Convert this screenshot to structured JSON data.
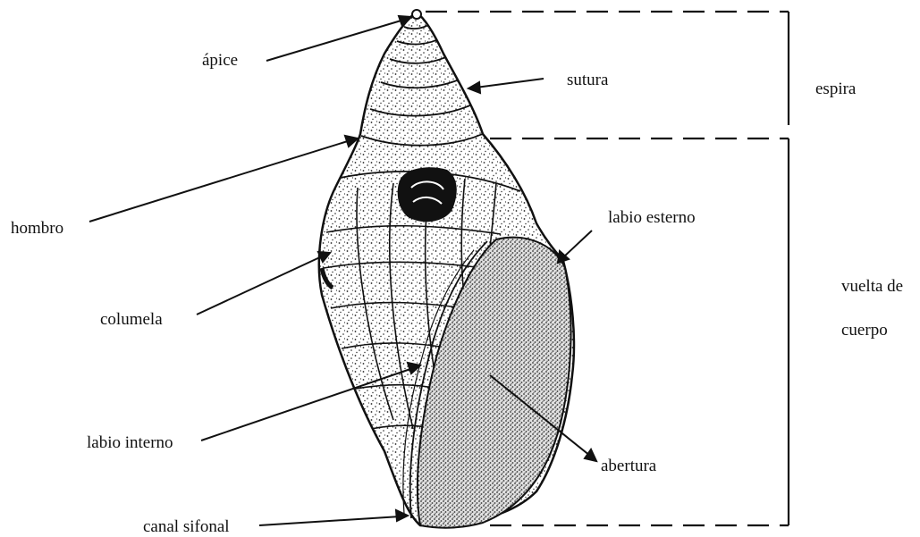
{
  "diagram": {
    "labels": {
      "apice": "ápice",
      "sutura": "sutura",
      "espira": "espira",
      "hombro": "hombro",
      "labio_esterno": "labio esterno",
      "vuelta_de": "vuelta de",
      "cuerpo": "cuerpo",
      "columela": "columela",
      "labio_interno": "labio interno",
      "abertura": "abertura",
      "canal_sifonal": "canal sifonal"
    },
    "colors": {
      "ink": "#111111",
      "shell_fill": "#ffffff",
      "aperture_fill": "#d9d9d9"
    }
  }
}
